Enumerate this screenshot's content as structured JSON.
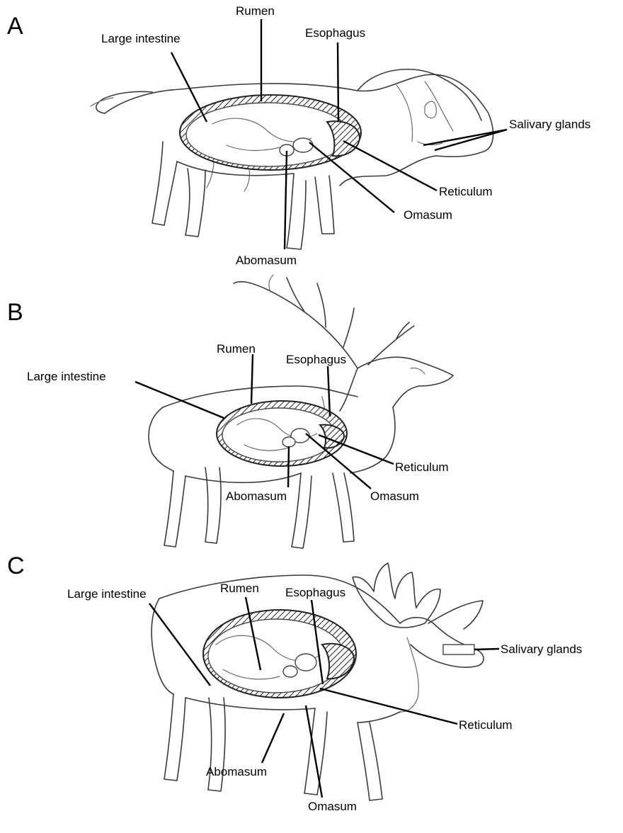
{
  "panels": [
    {
      "letter": "A",
      "animal_icon": "bison-icon",
      "labels": {
        "rumen": "Rumen",
        "large_intestine": "Large intestine",
        "esophagus": "Esophagus",
        "salivary_glands": "Salivary glands",
        "reticulum": "Reticulum",
        "omasum": "Omasum",
        "abomasum": "Abomasum"
      }
    },
    {
      "letter": "B",
      "animal_icon": "elk-icon",
      "labels": {
        "rumen": "Rumen",
        "esophagus": "Esophagus",
        "large_intestine": "Large intestine",
        "reticulum": "Reticulum",
        "abomasum": "Abomasum",
        "omasum": "Omasum"
      }
    },
    {
      "letter": "C",
      "animal_icon": "moose-icon",
      "labels": {
        "large_intestine": "Large intestine",
        "rumen": "Rumen",
        "esophagus": "Esophagus",
        "salivary_glands": "Salivary glands",
        "reticulum": "Reticulum",
        "abomasum": "Abomasum",
        "omasum": "Omasum"
      }
    }
  ],
  "colors": {
    "line": "#000000",
    "sketch": "#3a3a3a",
    "background": "#ffffff"
  }
}
